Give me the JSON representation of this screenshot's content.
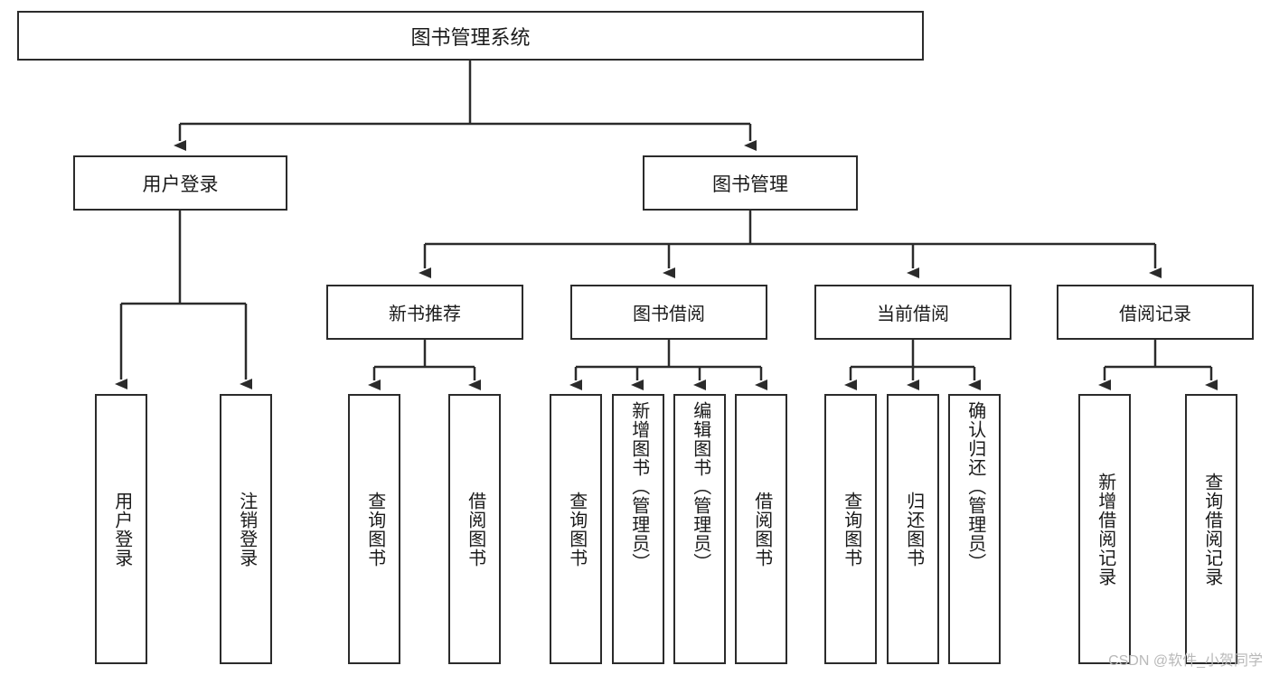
{
  "diagram": {
    "title": "图书管理系统",
    "type": "tree",
    "root": {
      "label": "图书管理系统"
    },
    "level1": [
      {
        "id": "user-login",
        "label": "用户登录"
      },
      {
        "id": "book-manage",
        "label": "图书管理"
      }
    ],
    "level2": [
      {
        "id": "new-book-recommend",
        "label": "新书推荐",
        "parent": "book-manage"
      },
      {
        "id": "book-borrow",
        "label": "图书借阅",
        "parent": "book-manage"
      },
      {
        "id": "current-borrow",
        "label": "当前借阅",
        "parent": "book-manage"
      },
      {
        "id": "borrow-record",
        "label": "借阅记录",
        "parent": "book-manage"
      }
    ],
    "leaves": {
      "user-login": [
        {
          "id": "leaf-user-login",
          "label": "用户登录"
        },
        {
          "id": "leaf-user-logout",
          "label": "注销登录"
        }
      ],
      "new-book-recommend": [
        {
          "id": "leaf-query-book-1",
          "label": "查询图书"
        },
        {
          "id": "leaf-borrow-book-1",
          "label": "借阅图书"
        }
      ],
      "book-borrow": [
        {
          "id": "leaf-query-book-2",
          "label": "查询图书"
        },
        {
          "id": "leaf-add-book",
          "label": "新增图书（管理员）"
        },
        {
          "id": "leaf-edit-book",
          "label": "编辑图书（管理员）"
        },
        {
          "id": "leaf-borrow-book-2",
          "label": "借阅图书"
        }
      ],
      "current-borrow": [
        {
          "id": "leaf-query-book-3",
          "label": "查询图书"
        },
        {
          "id": "leaf-return-book",
          "label": "归还图书"
        },
        {
          "id": "leaf-confirm-return",
          "label": "确认归还（管理员）"
        }
      ],
      "borrow-record": [
        {
          "id": "leaf-add-record",
          "label": "新增借阅记录"
        },
        {
          "id": "leaf-query-record",
          "label": "查询借阅记录"
        }
      ]
    }
  },
  "watermark": {
    "text": "CSDN @软件_小贺同学"
  },
  "colors": {
    "stroke": "#2b2b2b",
    "text": "#1a1a1a",
    "background": "#ffffff",
    "watermark": "#b9b9b9"
  }
}
